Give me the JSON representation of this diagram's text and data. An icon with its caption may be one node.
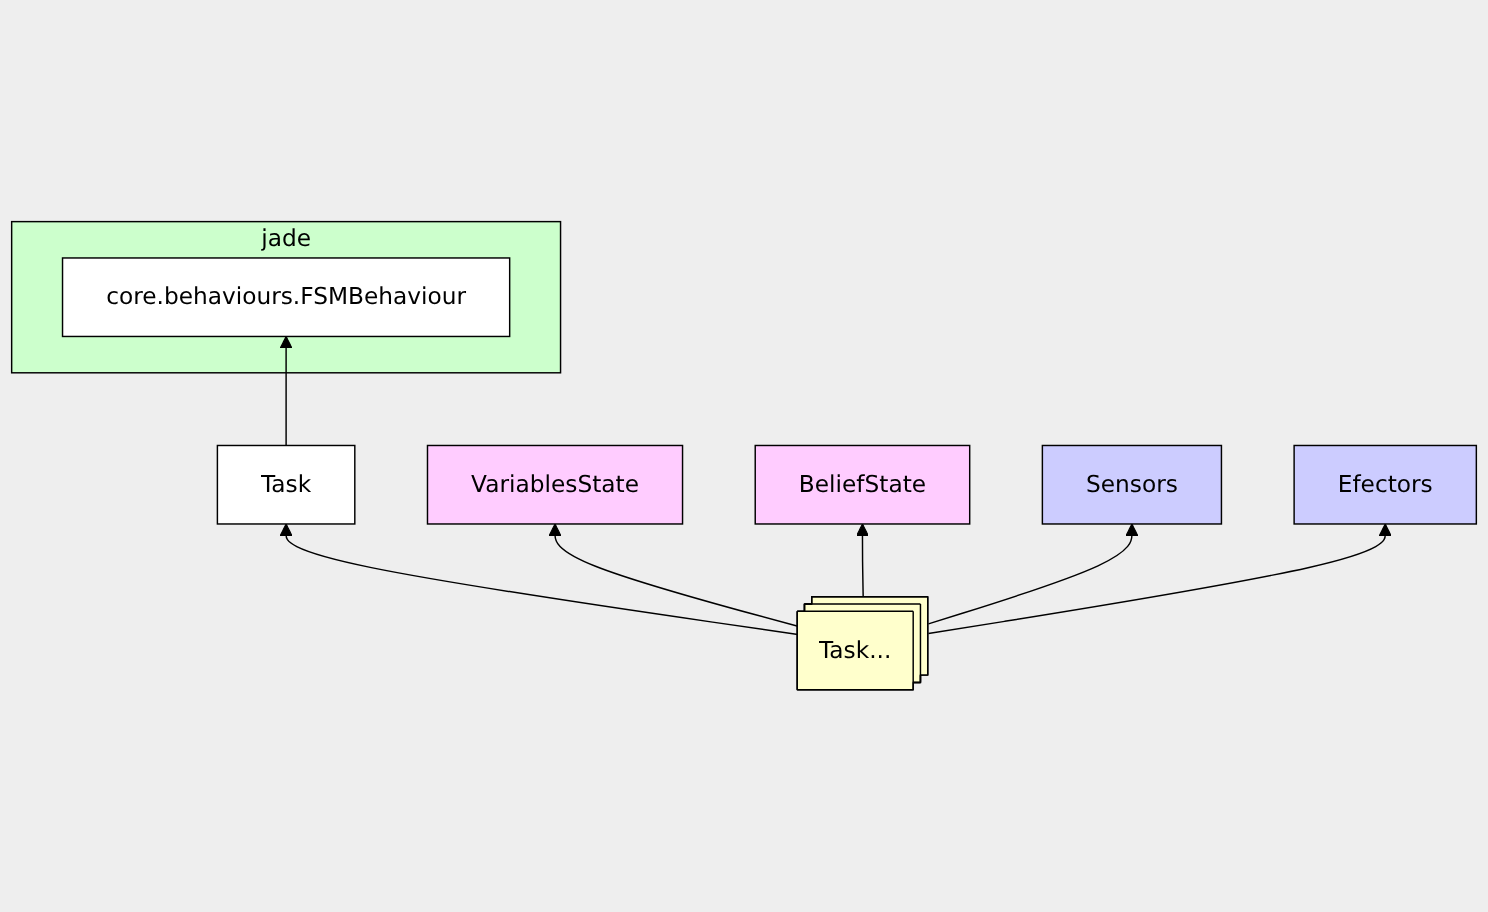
{
  "diagram": {
    "nodes": [
      {
        "text": [
          "jade"
        ]
      },
      {
        "text": [
          "core.behaviours.FSMBehaviour"
        ],
        "in": 0
      },
      {
        "text": [
          "Task"
        ]
      },
      {
        "text": [
          "Task..."
        ]
      },
      {
        "text": [
          "VariablesState"
        ]
      },
      {
        "text": [
          "BeliefState"
        ]
      },
      {
        "text": [
          "Sensors"
        ]
      },
      {
        "text": [
          "Efectors"
        ]
      }
    ],
    "edges": [
      {
        "from": 2,
        "to": 1,
        "arrow": "to"
      },
      {
        "from": 3,
        "to": 2,
        "arrow": "to"
      },
      {
        "from": 3,
        "to": 4,
        "arrow": "to"
      },
      {
        "from": 3,
        "to": 5,
        "arrow": "to"
      },
      {
        "from": 3,
        "to": 6,
        "arrow": "to"
      },
      {
        "from": 3,
        "to": 7,
        "arrow": "to"
      }
    ]
  }
}
